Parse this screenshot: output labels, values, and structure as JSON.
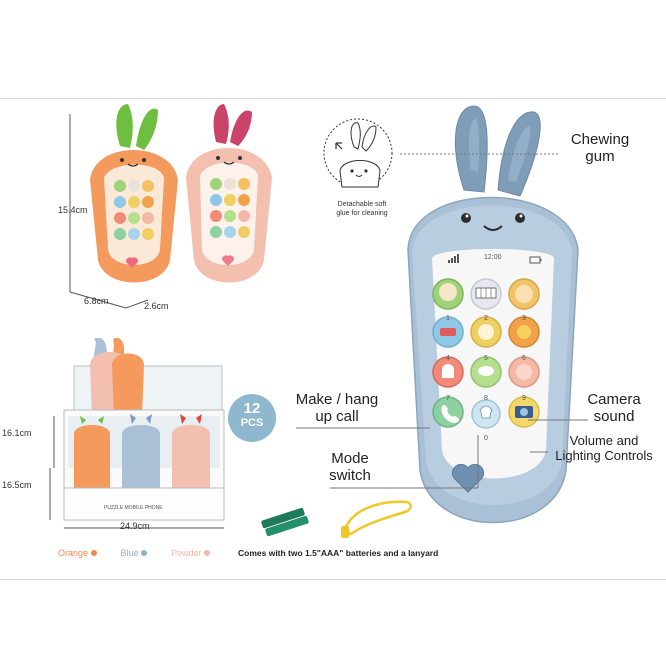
{
  "dimensions": {
    "height": "15.4cm",
    "width": "6.8cm",
    "depth": "2.6cm",
    "box_height_top": "16.1cm",
    "box_height_total": "16.5cm",
    "box_width": "24.9cm"
  },
  "detach_note": {
    "line1": "Detachable soft",
    "line2": "glue for cleaning"
  },
  "callouts": {
    "chewing_gum": {
      "line1": "Chewing",
      "line2": "gum"
    },
    "make_call": {
      "line1": "Make / hang",
      "line2": "up call"
    },
    "mode_switch": {
      "line1": "Mode",
      "line2": "switch"
    },
    "camera_sound": {
      "line1": "Camera",
      "line2": "sound"
    },
    "volume": {
      "line1": "Volume and",
      "line2": "Lighting Controls"
    }
  },
  "phone_screen": {
    "time": "12:00"
  },
  "keypad_numbers": [
    "1",
    "2",
    "3",
    "4",
    "5",
    "6",
    "7",
    "8",
    "9",
    "0"
  ],
  "pack": {
    "count": "12",
    "unit": "PCS",
    "box_title": "PUZZLE MOBILE PHONE"
  },
  "variants": [
    {
      "name": "Orange",
      "color": "#f08a4b"
    },
    {
      "name": "Blue",
      "color": "#8fb1c8"
    },
    {
      "name": "Powder",
      "color": "#f3b8a4"
    }
  ],
  "accessories_note": "Comes with two 1.5\"AAA\" batteries and a lanyard",
  "colors": {
    "orange_phone": "#f39a5c",
    "pink_phone": "#f3bfae",
    "blue_phone": "#a9c0d6",
    "ears_green": "#6ebf3f",
    "ears_pink": "#c9436b",
    "ears_blue": "#7f9cb8",
    "badge": "#8fb8cf"
  }
}
